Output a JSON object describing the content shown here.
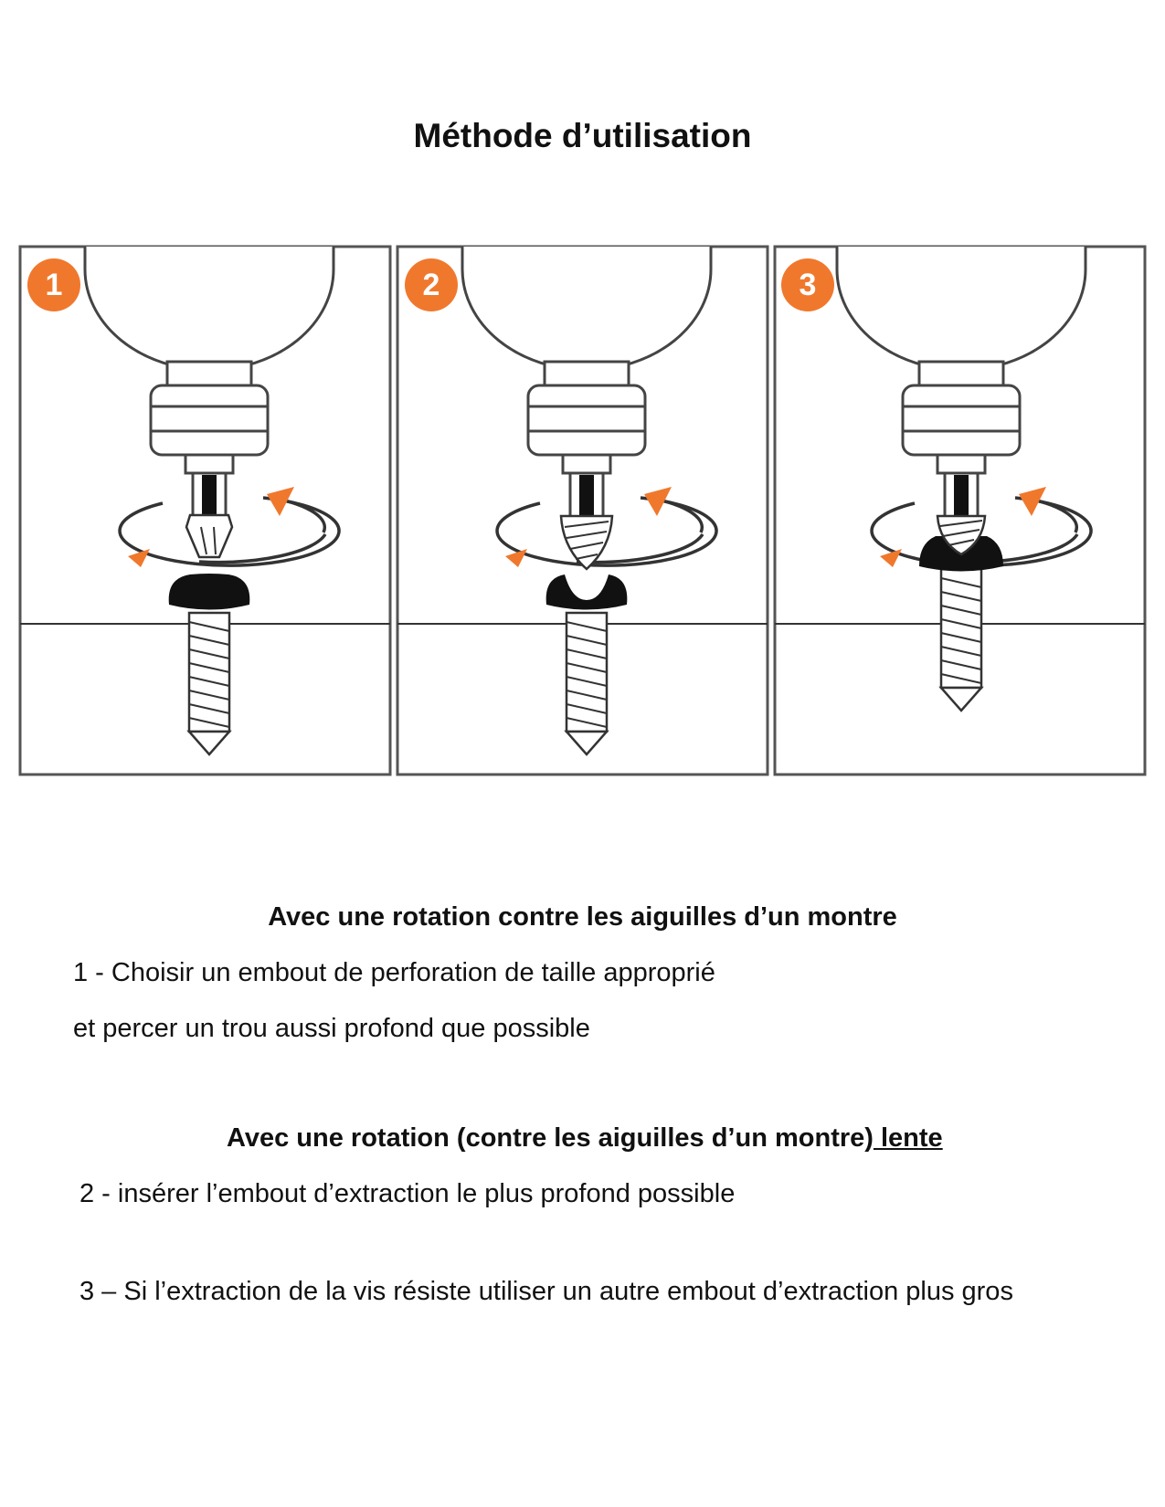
{
  "title": "Méthode d’utilisation",
  "steps": [
    {
      "number": "1"
    },
    {
      "number": "2"
    },
    {
      "number": "3"
    }
  ],
  "sections": [
    {
      "heading": "Avec une rotation contre les aiguilles d’un montre",
      "lines": [
        "1 - Choisir un embout de perforation de taille approprié",
        "et percer un trou aussi profond que possible"
      ]
    },
    {
      "heading": "Avec une rotation (contre les aiguilles d’un montre)",
      "heading_underlined": " lente",
      "lines": [
        "2 - insérer l’embout d’extraction le plus profond possible",
        "3 – Si l’extraction de la vis résiste utiliser un autre embout d’extraction plus gros"
      ]
    }
  ],
  "colors": {
    "accent": "#F0782D",
    "stroke": "#4a4a4a",
    "screw_head": "#111111"
  }
}
